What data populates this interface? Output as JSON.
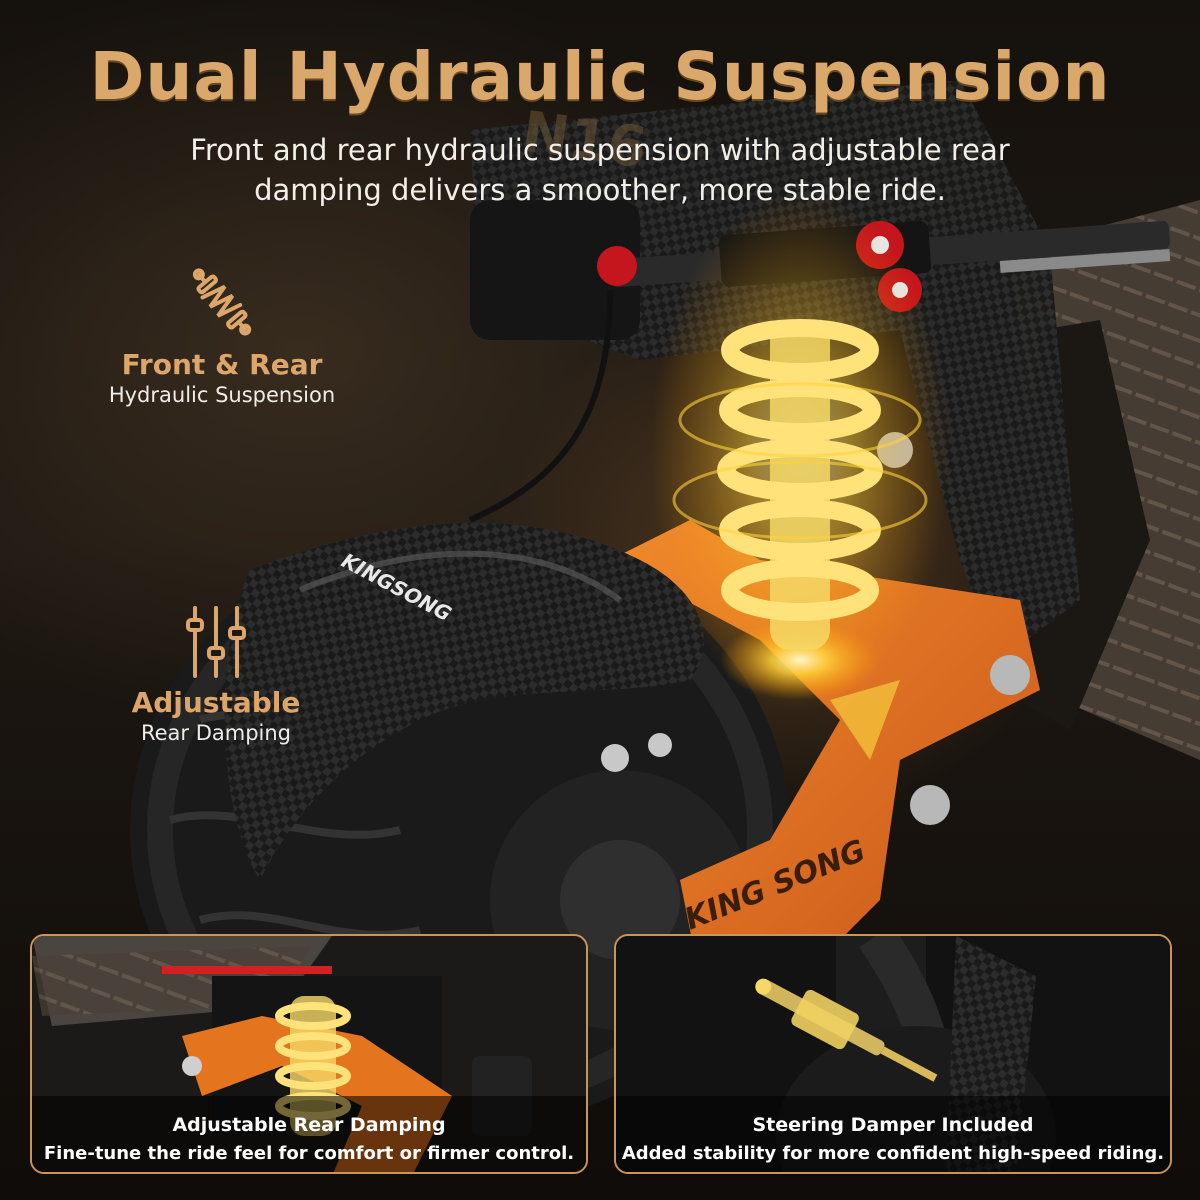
{
  "header": {
    "title": "Dual Hydraulic Suspension",
    "subtitle_line1": "Front and rear hydraulic suspension with adjustable rear",
    "subtitle_line2": "damping delivers a smoother, more stable ride."
  },
  "features": [
    {
      "icon": "spring-icon",
      "title": "Front & Rear",
      "subtitle": "Hydraulic Suspension"
    },
    {
      "icon": "sliders-icon",
      "title": "Adjustable",
      "subtitle": "Rear Damping"
    }
  ],
  "cards": [
    {
      "title": "Adjustable Rear Damping",
      "subtitle": "Fine-tune the ride feel for comfort or firmer control."
    },
    {
      "title": "Steering Damper Included",
      "subtitle": "Added stability for more confident high-speed riding."
    }
  ],
  "scene": {
    "fender_brand": "KINGSONG",
    "swingarm_brand": "KING SONG",
    "model_mark": "N16"
  },
  "colors": {
    "title_gold": "#d9a86a",
    "feature_gold": "#dca66a",
    "card_border": "#c9965a",
    "frame_orange": "#e5741f",
    "glow_yellow": "#ffd23a",
    "damper_red": "#c4161c"
  }
}
